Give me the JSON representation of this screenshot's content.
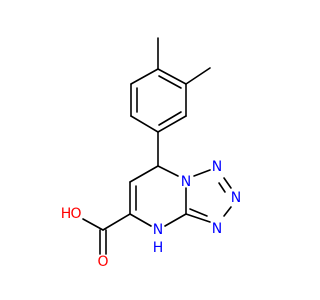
{
  "molecule": {
    "atom_labels": {
      "n1": "N",
      "n2": "N",
      "n3": "N",
      "n4": "N",
      "nh_n": "N",
      "nh_h": "H",
      "oh_h": "H",
      "oh_o": "O",
      "carbonyl_o": "O"
    }
  },
  "colors": {
    "nitrogen": "#0000FF",
    "oxygen": "#FF0000",
    "bond": "#000000",
    "background": "#FFFFFF"
  }
}
